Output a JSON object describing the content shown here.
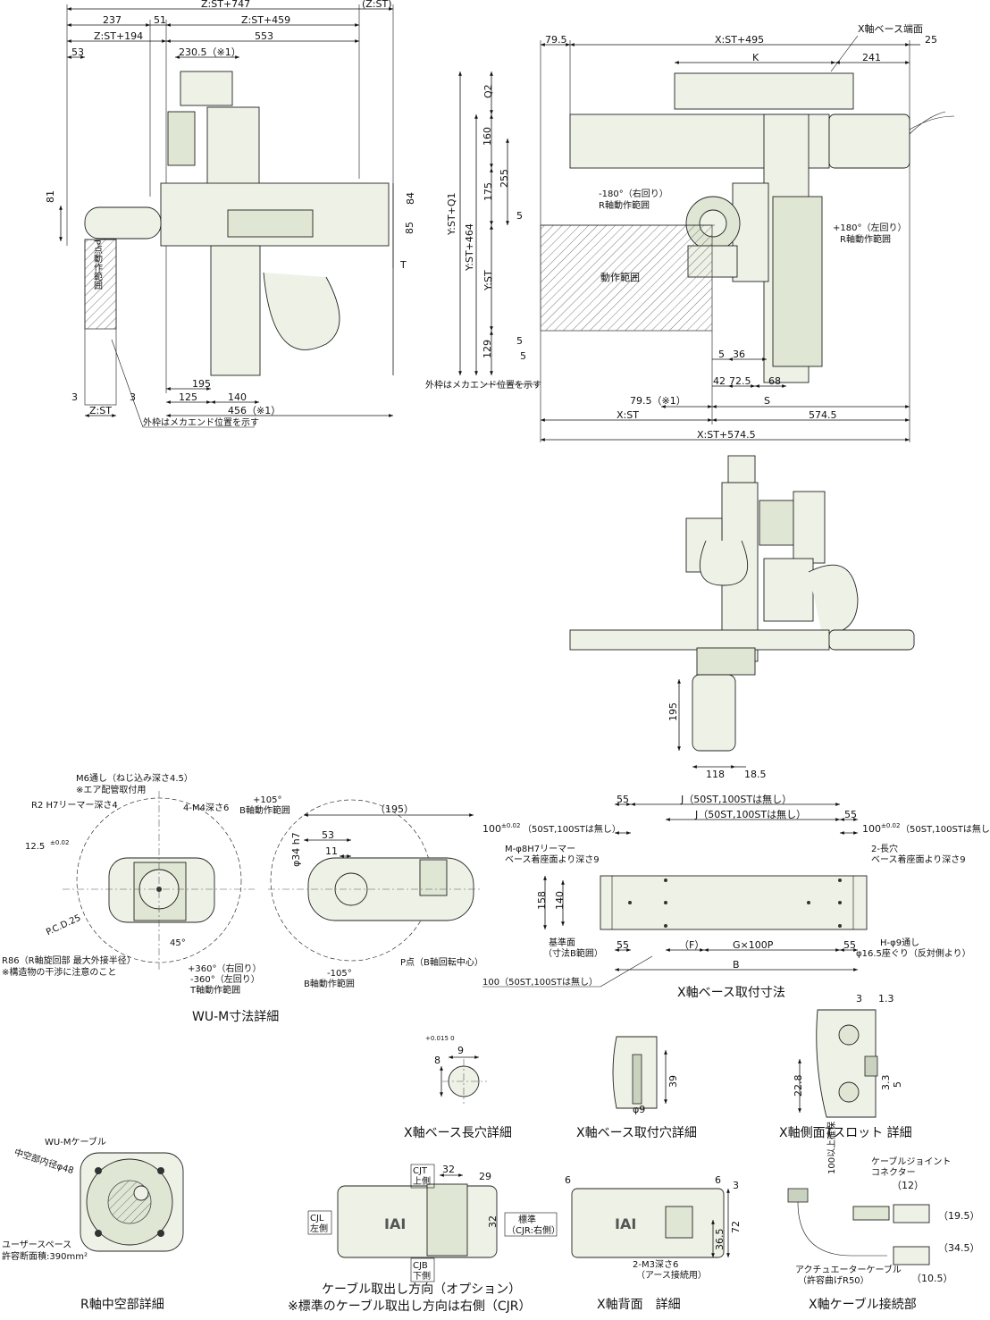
{
  "front_view": {
    "dims_top": [
      "Z:ST+747",
      "(Z:ST)",
      "237",
      "51",
      "Z:ST+459",
      "Z:ST+194",
      "553",
      "53",
      "230.5（※1）"
    ],
    "dims_side": [
      "81",
      "84",
      "85",
      "T"
    ],
    "label_p": "P点動作範囲",
    "dims_bottom": [
      "195",
      "125",
      "140",
      "3",
      "3",
      "Z:ST",
      "456（※1）"
    ],
    "note": "外枠はメカエンド位置を示す"
  },
  "top_view": {
    "dims_top": [
      "79.5",
      "X:ST+495",
      "X軸ベース端面",
      "25",
      "K",
      "241"
    ],
    "dims_side": [
      "Q2",
      "160",
      "175",
      "255",
      "5",
      "Y:ST+Q1",
      "Y:ST+464",
      "Y:ST",
      "129",
      "5",
      "5"
    ],
    "r_minus": "-180°（右回り）",
    "r_minus_label": "R軸動作範囲",
    "r_plus": "+180°（左回り）",
    "r_plus_label": "R軸動作範囲",
    "range": "動作範囲",
    "note": "外枠はメカエンド位置を示す",
    "dims_bottom": [
      "5",
      "36",
      "42",
      "72.5",
      "68",
      "79.5（※1）",
      "S",
      "X:ST",
      "574.5",
      "X:ST+574.5"
    ]
  },
  "side_view": {
    "dims": [
      "195",
      "118",
      "18.5"
    ]
  },
  "wum": {
    "caption": "WU-M寸法詳細",
    "m6": "M6通し（ねじ込み深さ4.5）",
    "air": "※エア配管取付用",
    "r2": "R2 H7リーマー深さ4",
    "m4": "4-M4深さ6",
    "d125": "12.5",
    "d125_tol": "±0.02",
    "pcd": "P.C.D.25",
    "deg45": "45°",
    "r86": "R86（R軸旋回部 最大外接半径）",
    "r86_note": "※構造物の干渉に注意のこと",
    "t_plus": "+360°（右回り）",
    "t_minus": "-360°（左回り）",
    "t_label": "T軸動作範囲",
    "b_plus": "+105°",
    "b_plus_label": "B軸動作範囲",
    "d195": "（195）",
    "d53": "53",
    "d11": "11",
    "d34": "φ34 h7",
    "p_point": "P点（B軸回転中心）",
    "b_minus": "-105°",
    "b_minus_label": "B軸動作範囲"
  },
  "x_base": {
    "caption": "X軸ベース取付寸法",
    "d55a": "55",
    "j1": "J（50ST,100STは無し）",
    "j2": "J（50ST,100STは無し）",
    "d55b": "55",
    "d100l": "100",
    "d100r": "100",
    "tol": "±0.02",
    "tol_note": "（50ST,100STは無し）",
    "m_reamer": "M-φ8H7リーマー",
    "m_reamer2": "ベース着座面より深さ9",
    "slot": "2-長穴",
    "slot2": "ベース着座面より深さ9",
    "d158": "158",
    "d140": "140",
    "ref": "基準面",
    "ref2": "（寸法B範囲）",
    "d55c": "55",
    "f": "（F）",
    "g": "G×100P",
    "d55d": "55",
    "b": "B",
    "h_hole": "H-φ9通し",
    "h_hole2": "φ16.5座ぐり（反対側より）",
    "d100b": "100（50ST,100STは無し）"
  },
  "slot_detail": {
    "caption": "X軸ベース長穴詳細",
    "d8": "8",
    "d8_tol": "+0.015 0",
    "d9": "9"
  },
  "hole_detail": {
    "caption": "X軸ベース取付穴詳細",
    "d39": "39",
    "d9": "φ9"
  },
  "tslot": {
    "caption": "X軸側面Tスロット 詳細",
    "d3": "3",
    "d13": "1.3",
    "d228": "22.8",
    "d33": "3.3",
    "d5": "5"
  },
  "hollow": {
    "caption": "R軸中空部詳細",
    "cable": "WU-Mケーブル",
    "inner": "中空部内径φ48",
    "space": "ユーザースペース",
    "area": "許容断面積:390mm²"
  },
  "cable_dir": {
    "caption": "ケーブル取出し方向（オプション）",
    "caption2": "※標準のケーブル取出し方向は右側（CJR）",
    "cjt": "CJT",
    "cjt2": "上側",
    "cjl": "CJL",
    "cjl2": "左側",
    "cjb": "CJB",
    "cjb2": "下側",
    "std": "標準",
    "std2": "（CJR:右側）",
    "d32": "32",
    "d29": "29",
    "d32v": "32",
    "logo": "IAI"
  },
  "back": {
    "caption": "X軸背面　詳細",
    "d6l": "6",
    "d6r": "6",
    "d3": "3",
    "d72": "72",
    "d365": "36.5",
    "m3": "2-M3深さ6",
    "ground": "（アース接続用）",
    "logo": "IAI"
  },
  "cable_conn": {
    "caption": "X軸ケーブル接続部",
    "joint": "ケーブルジョイント",
    "joint2": "コネクター",
    "keep": "100以上確保",
    "d12": "（12）",
    "d195": "（19.5）",
    "d345": "（34.5）",
    "d105": "（10.5）",
    "act": "アクチュエーターケーブル",
    "act2": "（許容曲げR50）"
  }
}
